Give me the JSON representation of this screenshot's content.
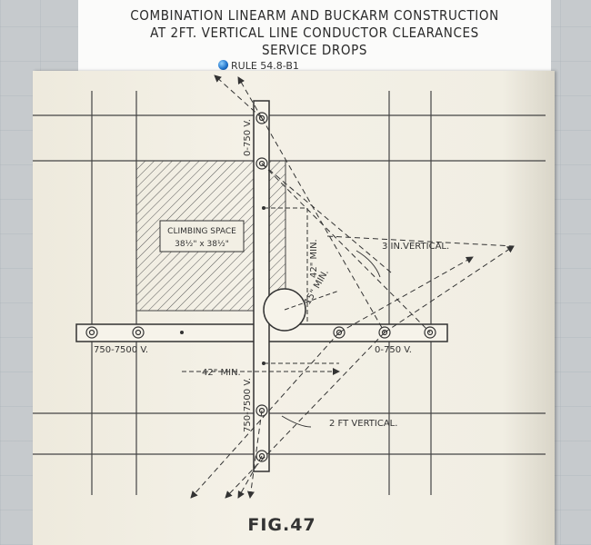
{
  "title": {
    "line1": "COMBINATION LINEARM AND BUCKARM CONSTRUCTION",
    "line2": "AT 2FT. VERTICAL LINE CONDUCTOR CLEARANCES",
    "line3": "SERVICE DROPS"
  },
  "rule": "RULE 54.8-B1",
  "labels": {
    "climbing_space_title": "CLIMBING SPACE",
    "climbing_space_dims": "38½\" x 38½\"",
    "v_0_750_top": "0-750 V.",
    "v_750_7500_left": "750-7500 V.",
    "v_0_750_right": "0-750 V.",
    "v_750_7500_bottom": "750-7500 V.",
    "min_42_vertical": "42\" MIN.",
    "min_15": "15\" MIN.",
    "min_42_horizontal": "42\" MIN.",
    "vertical_3in": "3 IN.VERTICAL.",
    "vertical_2ft": "2 FT VERTICAL."
  },
  "figure_label": "FIG.47",
  "colors": {
    "ink": "#333333",
    "paper": "#f2efe4",
    "rule_dot": "#1c6fc8"
  }
}
